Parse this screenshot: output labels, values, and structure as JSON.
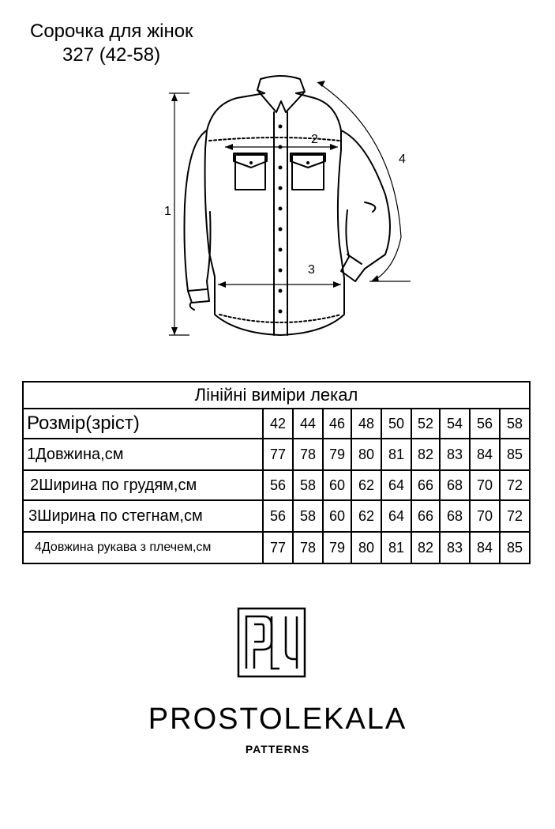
{
  "header": {
    "title": "Сорочка для жінок",
    "subtitle": "327 (42-58)"
  },
  "sketch": {
    "labels": [
      "1",
      "2",
      "3",
      "4"
    ]
  },
  "table": {
    "title": "Лінійні виміри лекал",
    "size_label": "Розмір(зріст)",
    "sizes": [
      "42",
      "44",
      "46",
      "48",
      "50",
      "52",
      "54",
      "56",
      "58"
    ],
    "rows": [
      {
        "label": "1Довжина,см",
        "values": [
          "77",
          "78",
          "79",
          "80",
          "81",
          "82",
          "83",
          "84",
          "85"
        ]
      },
      {
        "label": "2Ширина по грудям,см",
        "values": [
          "56",
          "58",
          "60",
          "62",
          "64",
          "66",
          "68",
          "70",
          "72"
        ]
      },
      {
        "label": "3Ширина по стегнам,см",
        "values": [
          "56",
          "58",
          "60",
          "62",
          "64",
          "66",
          "68",
          "70",
          "72"
        ]
      },
      {
        "label": "4Довжина рукава з плечем,см",
        "values": [
          "77",
          "78",
          "79",
          "80",
          "81",
          "82",
          "83",
          "84",
          "85"
        ]
      }
    ]
  },
  "brand": {
    "name": "PROSTOLEKALA",
    "tagline": "PATTERNS"
  }
}
